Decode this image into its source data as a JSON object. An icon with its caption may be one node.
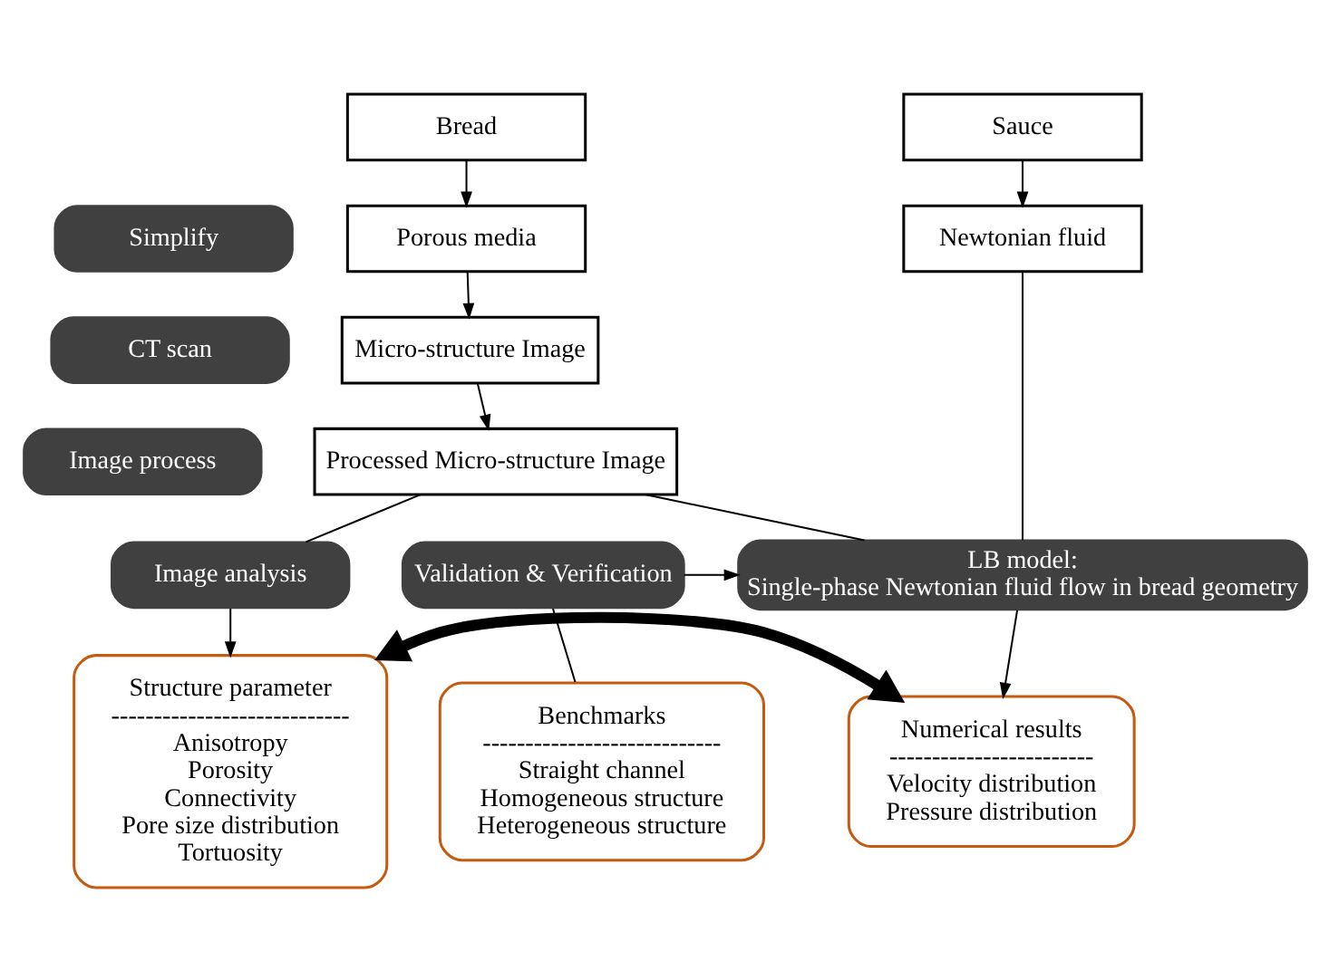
{
  "diagram": {
    "nodes": [
      {
        "text": [
          "Bread"
        ]
      },
      {
        "text": [
          "Sauce"
        ]
      },
      {
        "text": [
          "Simplify"
        ]
      },
      {
        "text": [
          "Porous media"
        ]
      },
      {
        "text": [
          "Newtonian fluid"
        ]
      },
      {
        "text": [
          "CT scan"
        ]
      },
      {
        "text": [
          "Micro-structure Image"
        ]
      },
      {
        "text": [
          "Image process"
        ]
      },
      {
        "text": [
          "Processed Micro-structure Image"
        ]
      },
      {
        "text": [
          "Image analysis"
        ]
      },
      {
        "text": [
          "LB model:",
          "Single-phase Newtonian fluid flow in bread geometry"
        ]
      },
      {
        "text": [
          "Validation & Verification"
        ]
      },
      {
        "text": [
          "Structure parameter",
          "----------------------------",
          "Anisotropy",
          "Porosity",
          "Connectivity",
          "Pore size distribution",
          "Tortuosity"
        ]
      },
      {
        "text": [
          "Numerical results",
          "------------------------",
          "Velocity distribution",
          "Pressure distribution"
        ]
      },
      {
        "text": [
          "Benchmarks",
          "----------------------------",
          "Straight channel",
          "Homogeneous structure",
          "Heterogeneous structure"
        ]
      }
    ],
    "edges": [
      {
        "from": 0,
        "to": 3,
        "arrow": "to"
      },
      {
        "from": 1,
        "to": 4,
        "arrow": "to"
      },
      {
        "from": 3,
        "to": 6,
        "arrow": "to"
      },
      {
        "from": 6,
        "to": 8,
        "arrow": "to"
      },
      {
        "from": 8,
        "to": 9,
        "arrow": "none"
      },
      {
        "from": 8,
        "to": 10,
        "arrow": "none"
      },
      {
        "from": 4,
        "to": 10,
        "arrow": "none"
      },
      {
        "from": 9,
        "to": 12,
        "arrow": "to"
      },
      {
        "from": 10,
        "to": 13,
        "arrow": "to"
      },
      {
        "from": 11,
        "to": 10,
        "arrow": "to"
      },
      {
        "from": 14,
        "to": 11,
        "arrow": "none"
      },
      {
        "from": 12,
        "to": 13,
        "arrow": "both",
        "style": "thick"
      }
    ]
  }
}
